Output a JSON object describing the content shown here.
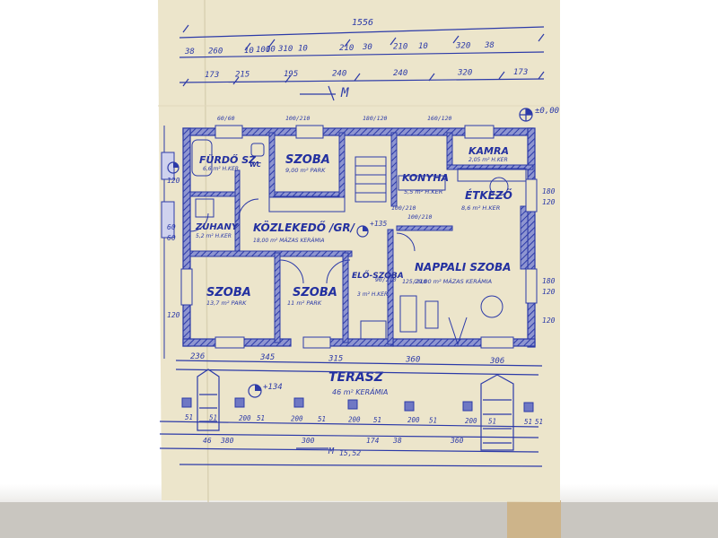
{
  "colors": {
    "paper": "#ebe4c9",
    "ink": "#2c3aa8",
    "wall_fill": "#6f78c4",
    "backdrop_top": "#ffffff",
    "backdrop_bottom": "#c7c4be"
  },
  "dimensions": {
    "total_width": "1556",
    "row1": [
      "38",
      "260",
      "10",
      "100",
      "10",
      "310",
      "10",
      "210",
      "30",
      "210",
      "10",
      "320",
      "38"
    ],
    "row2": [
      "173",
      "215",
      "195",
      "240",
      "240",
      "320",
      "173"
    ],
    "compass": "M",
    "level_mark": "±0,00",
    "level_mark_2": "+135",
    "level_mark_3": "+134",
    "left_side": [
      "120",
      "60",
      "60",
      "120"
    ],
    "right_side": [
      "180",
      "120",
      "180",
      "120",
      "120"
    ],
    "bottom_row": [
      "236",
      "345",
      "315",
      "360",
      "306"
    ],
    "terrace_row": [
      "51",
      "51",
      "200",
      "51",
      "200",
      "51",
      "200",
      "51",
      "200",
      "51",
      "200",
      "51",
      "51",
      "51"
    ],
    "foot_row": [
      "46",
      "380",
      "300",
      "174",
      "38",
      "360"
    ],
    "foot_total": "15,52"
  },
  "rooms": {
    "furdoszoba": {
      "name": "FÜRDŐ SZ.",
      "area": "6,6 m² H.KER"
    },
    "wc": {
      "name": "WC"
    },
    "szoba_top": {
      "name": "SZOBA",
      "area": "9,00 m² PARK"
    },
    "konyha": {
      "name": "KONYHA",
      "area": "5,5 m² H.KER"
    },
    "kamra": {
      "name": "KAMRA",
      "area": "2,05 m² H.KER"
    },
    "etkezo": {
      "name": "ÉTKEZŐ",
      "area": "8,6 m² H.KER"
    },
    "zuhany": {
      "name": "ZUHANY",
      "area": "5,2 m² H.KER"
    },
    "kozlekedo": {
      "name": "KÖZLEKEDŐ /GR/",
      "area": "18,00 m² MÁZAS KERÁMIA"
    },
    "szoba_left": {
      "name": "SZOBA",
      "area": "13,7 m² PARK"
    },
    "szoba_mid": {
      "name": "SZOBA",
      "area": "11 m² PARK"
    },
    "eloszoba": {
      "name": "ELŐ-SZOBA",
      "area": "3 m² H.KER"
    },
    "nappali": {
      "name": "NAPPALI SZOBA",
      "area": "29,00 m² MÁZAS KERÁMIA"
    },
    "terasz": {
      "name": "TERASZ",
      "area": "46 m² KERÁMIA"
    }
  },
  "opening_notes": [
    "100/210",
    "60/60",
    "160/120",
    "180/120",
    "100/210",
    "100/210",
    "125/210",
    "90/210"
  ]
}
